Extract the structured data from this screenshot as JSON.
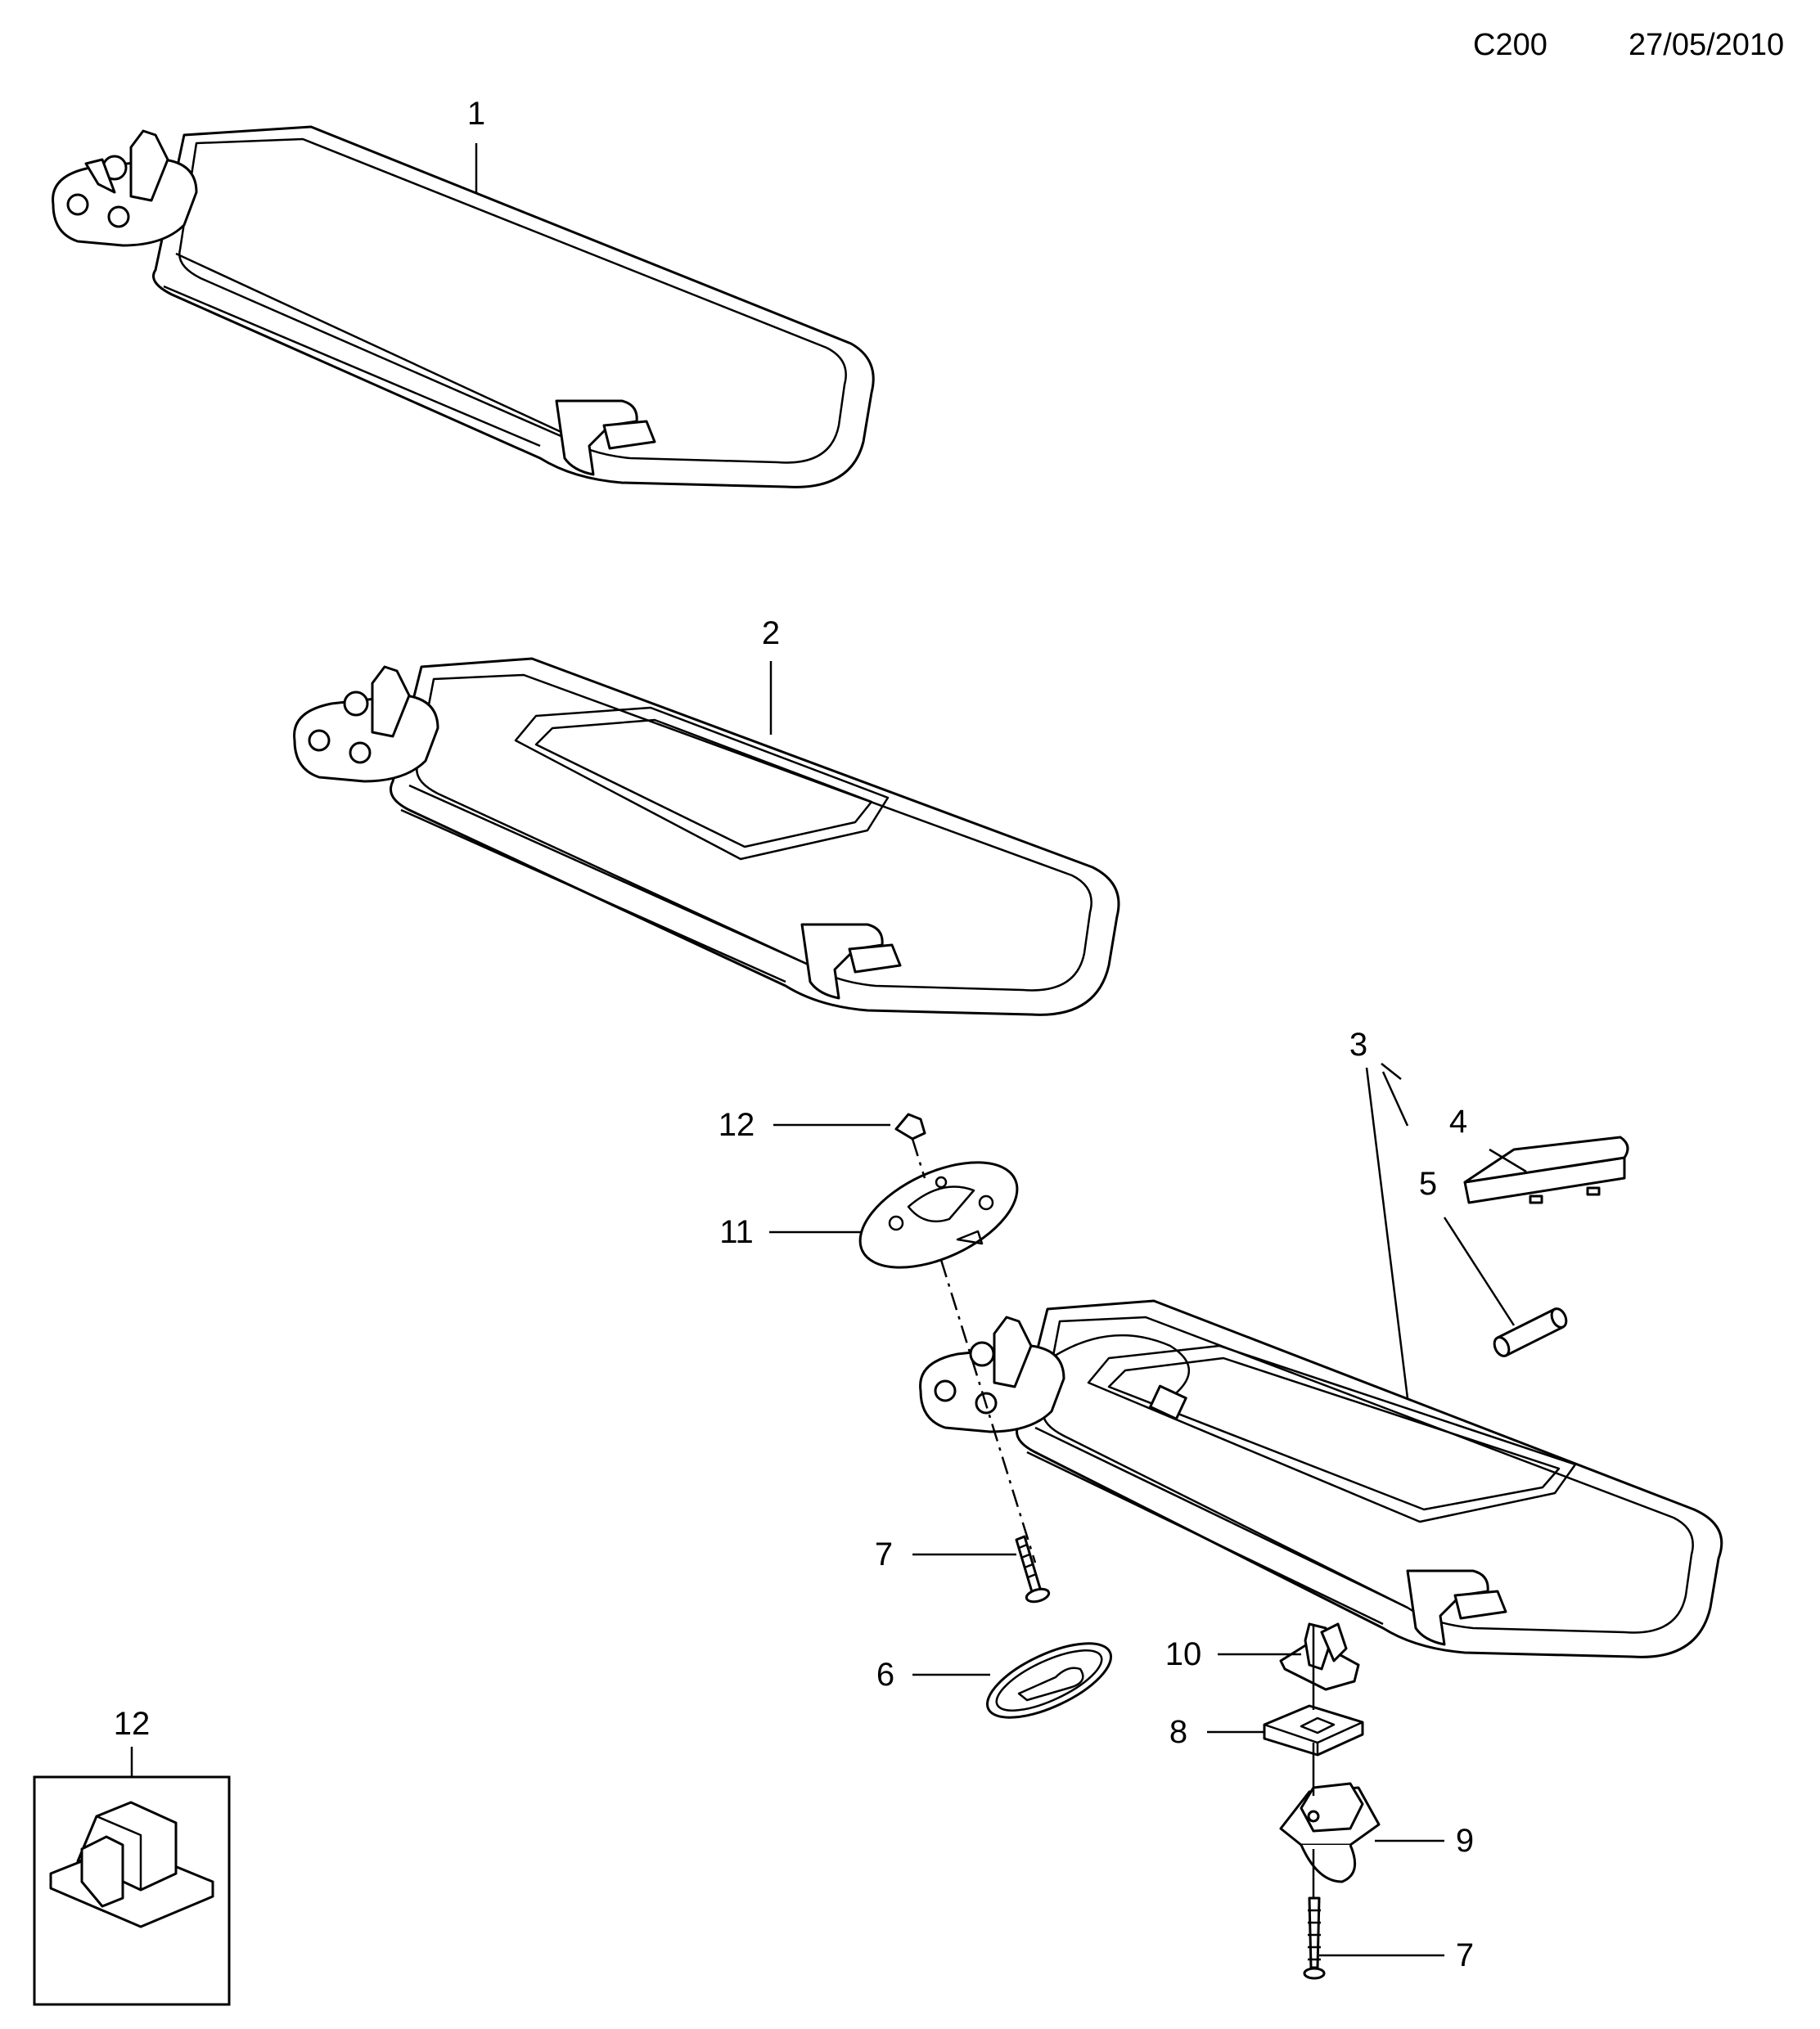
{
  "header": {
    "code": "C200",
    "date": "27/05/2010"
  },
  "callouts": {
    "c1": "1",
    "c2": "2",
    "c3": "3",
    "c4": "4",
    "c5": "5",
    "c6": "6",
    "c7a": "7",
    "c7b": "7",
    "c8": "8",
    "c9": "9",
    "c10": "10",
    "c11": "11",
    "c12a": "12",
    "c12b": "12"
  }
}
